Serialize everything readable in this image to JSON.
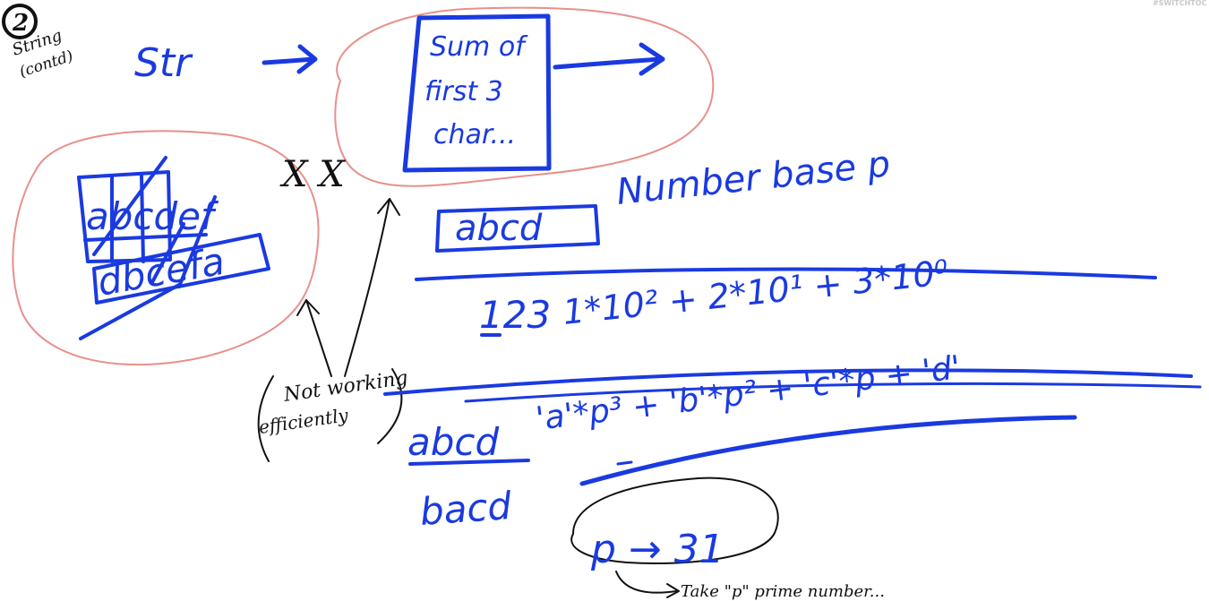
{
  "corner": {
    "number": "2",
    "topic_line1": "String",
    "topic_line2": "(contd)"
  },
  "watermark": "#SWITCHTOC",
  "flow": {
    "str": "Str",
    "box_line1": "Sum of",
    "box_line2": "first 3",
    "box_line3": "char..."
  },
  "left_cluster": {
    "row1": "abcdef",
    "row2": "dbcefa",
    "x_marks": "X X"
  },
  "annotation": {
    "line1": "Not working",
    "line2": "efficiently"
  },
  "equations": {
    "box_text": "abcd",
    "number_base": "Number base p",
    "decimal_lhs": "123",
    "decimal_rhs": "1*10² + 2*10¹ + 3*10⁰",
    "hash_lhs": "abcd",
    "hash_rhs": "'a'*p³ + 'b'*p² + 'c'*p + 'd'",
    "hash_alt": "bacd"
  },
  "prime": {
    "statement": "p → 31",
    "note": "Take \"p\" prime number..."
  },
  "colors": {
    "ink_blue": "#1a3ae0",
    "ink_black": "#111111",
    "highlight_red": "#e8908a"
  }
}
